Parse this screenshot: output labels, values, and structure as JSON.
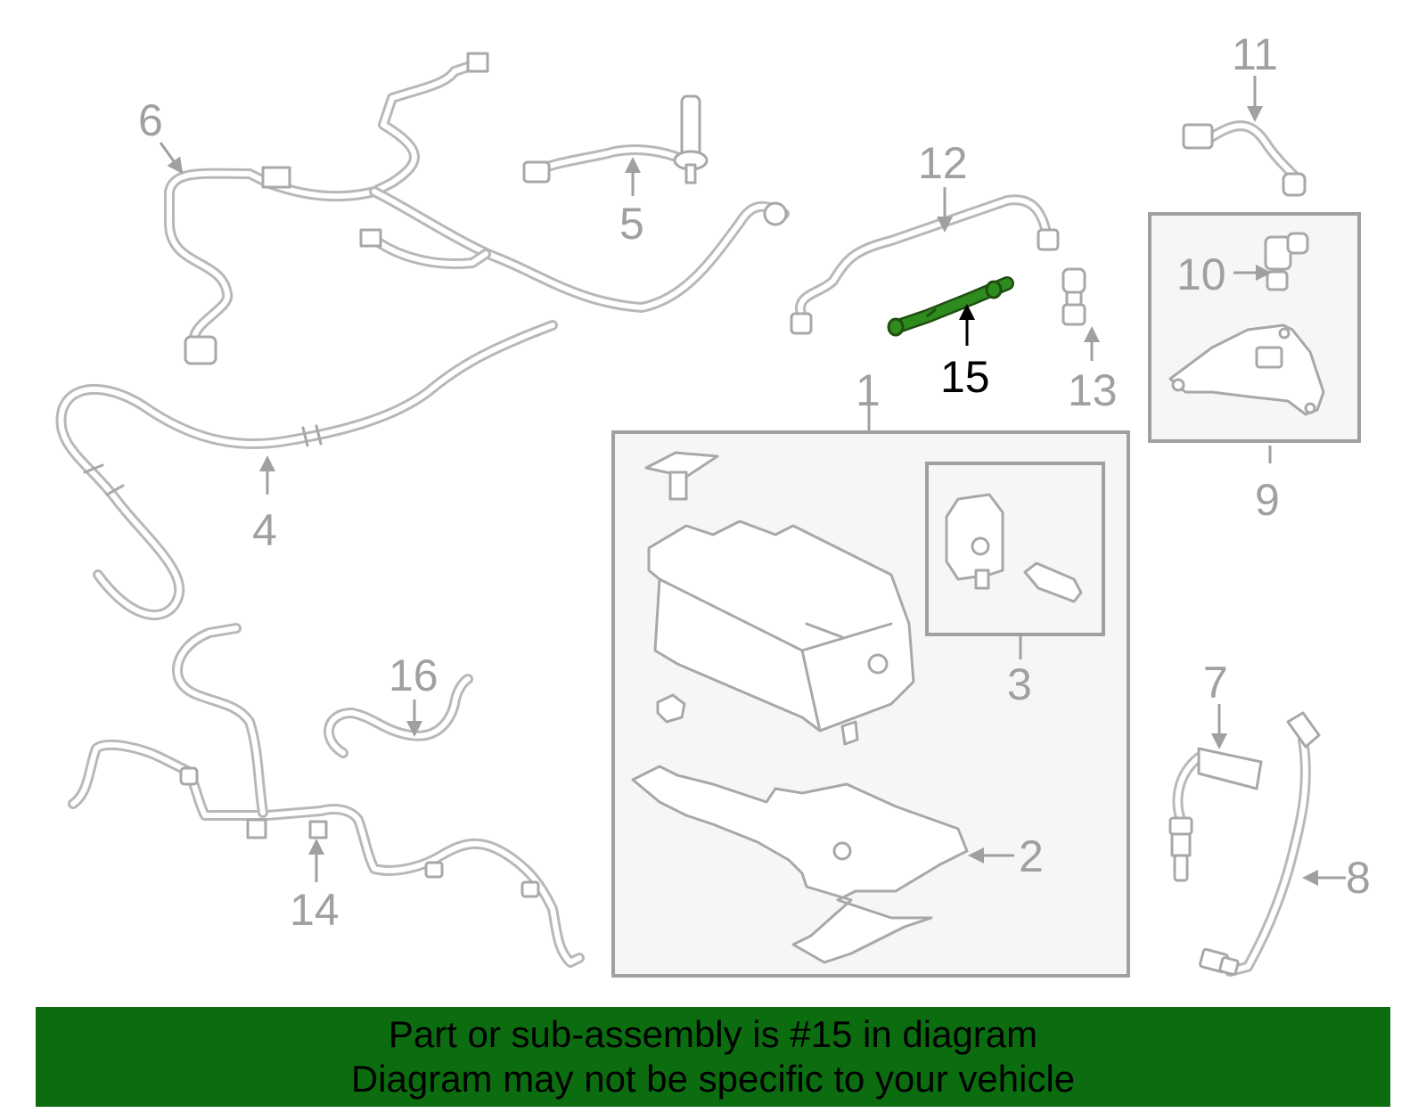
{
  "callouts": {
    "c1": "1",
    "c2": "2",
    "c3": "3",
    "c4": "4",
    "c5": "5",
    "c6": "6",
    "c7": "7",
    "c8": "8",
    "c9": "9",
    "c10": "10",
    "c11": "11",
    "c12": "12",
    "c13": "13",
    "c14": "14",
    "c15": "15",
    "c16": "16"
  },
  "highlight": {
    "part": "15",
    "color": "#2e8b1e"
  },
  "banner": {
    "line1": "Part or sub-assembly is #15 in diagram",
    "line2": "Diagram may not be specific to your vehicle",
    "background": "#0b6d10"
  }
}
